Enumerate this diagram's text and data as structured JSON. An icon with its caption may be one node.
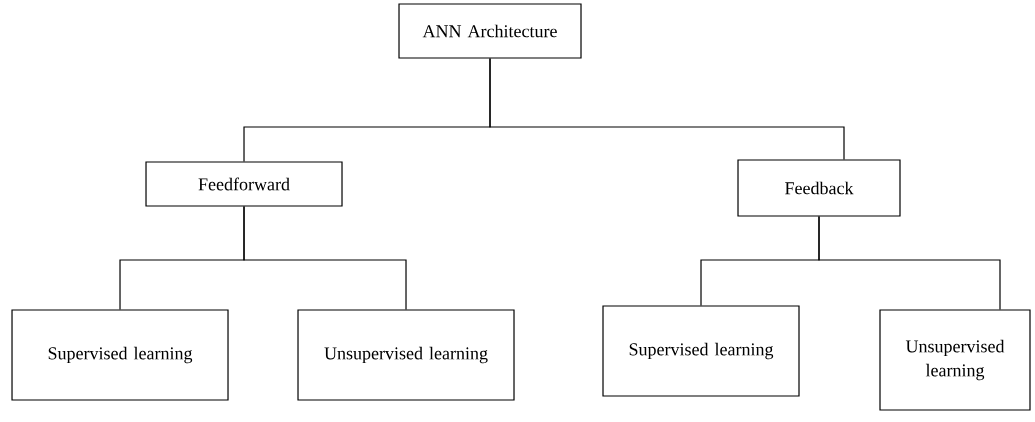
{
  "diagram": {
    "nodes": [
      {
        "text": [
          "ANN Architecture"
        ]
      },
      {
        "text": [
          "Feedforward"
        ]
      },
      {
        "text": [
          "Feedback"
        ]
      },
      {
        "text": [
          "Supervised learning"
        ]
      },
      {
        "text": [
          "Unsupervised learning"
        ]
      },
      {
        "text": [
          "Supervised learning"
        ]
      },
      {
        "text": [
          "Unsupervised learning"
        ]
      }
    ],
    "edges": [
      {
        "from": 0,
        "to": 1,
        "arrow": "none"
      },
      {
        "from": 0,
        "to": 2,
        "arrow": "none"
      },
      {
        "from": 1,
        "to": 3,
        "arrow": "none"
      },
      {
        "from": 1,
        "to": 4,
        "arrow": "none"
      },
      {
        "from": 2,
        "to": 5,
        "arrow": "none"
      },
      {
        "from": 2,
        "to": 6,
        "arrow": "none"
      }
    ]
  }
}
